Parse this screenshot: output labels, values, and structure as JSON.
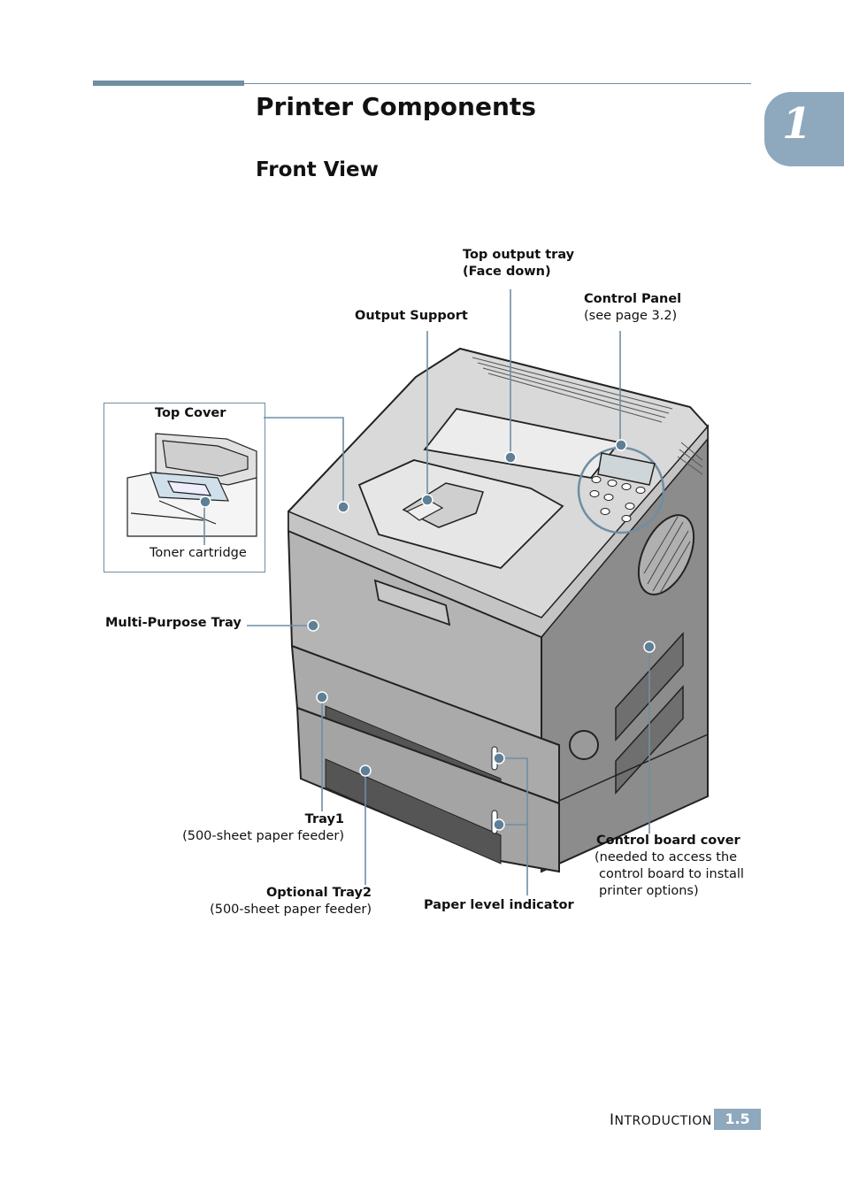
{
  "chapter": {
    "number": "1"
  },
  "heading": {
    "title": "Printer Components",
    "subtitle": "Front View"
  },
  "callouts": {
    "top_output_tray": {
      "line1": "Top output tray",
      "line2": "(Face down)"
    },
    "control_panel": {
      "name": "Control Panel",
      "note": "(see page 3.2)"
    },
    "output_support": {
      "name": "Output Support"
    },
    "top_cover": {
      "name": "Top Cover"
    },
    "toner_cartridge": {
      "name": "Toner cartridge"
    },
    "multi_purpose_tray": {
      "name": "Multi-Purpose Tray"
    },
    "tray1": {
      "name": "Tray1",
      "note": "(500-sheet paper feeder)"
    },
    "optional_tray2": {
      "name": "Optional Tray2",
      "note": "(500-sheet paper feeder)"
    },
    "paper_level_indicator": {
      "name": "Paper level indicator"
    },
    "control_board_cover": {
      "name": "Control board cover",
      "note1": "(needed to access the",
      "note2": "control board to install",
      "note3": "printer options)"
    }
  },
  "footer": {
    "section_initial": "I",
    "section_rest": "NTRODUCTION",
    "page": "1.5"
  },
  "colors": {
    "accent": "#6f8ea3",
    "tab": "#8ea8bd",
    "dot": "#5f7f96"
  }
}
